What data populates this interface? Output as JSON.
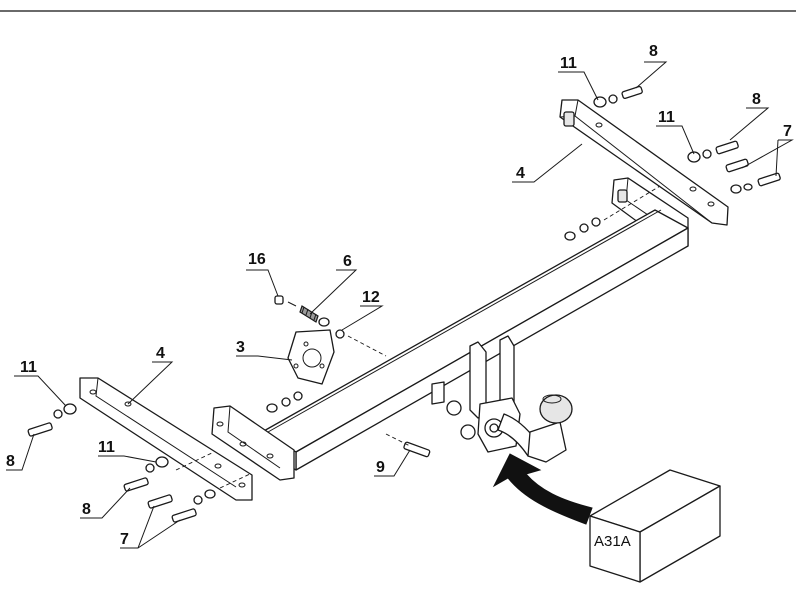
{
  "callouts": {
    "c1": "11",
    "c2": "8",
    "c3": "11",
    "c4": "8",
    "c5": "7",
    "c6": "4",
    "c7": "16",
    "c8": "6",
    "c9": "12",
    "c10": "3",
    "c11": "11",
    "c12": "4",
    "c13": "8",
    "c14": "11",
    "c15": "8",
    "c16": "7",
    "c17": "9"
  },
  "product_code": "A31A"
}
